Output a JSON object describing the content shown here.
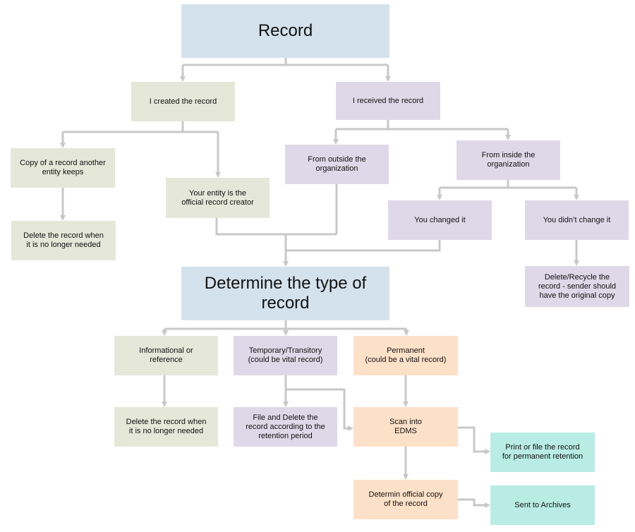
{
  "colors": {
    "blue": "#d4e2ed",
    "green": "#e5e7d9",
    "purple": "#dfd8e8",
    "orange": "#fde0c8",
    "teal": "#b9ece4",
    "connector": "#c8c8c8"
  },
  "nodes": {
    "record": "Record",
    "created": "I created the record",
    "received": "I received the record",
    "copy": "Copy of a record another\nentity keeps",
    "your_entity": "Your entity is the\nofficial record creator",
    "delete_copy": "Delete the record when\nit is no longer needed",
    "from_outside": "From outside the\norganization",
    "from_inside": "From inside the\norganization",
    "changed": "You changed it",
    "didnt_change": "You didn’t change it",
    "delete_recycle": "Delete/Recycle the\nrecord - sender should\nhave the original copy",
    "determine": "Determine the type of record",
    "informational": "Informational or\nreference",
    "temporary": "Temporary/Transitory\n(could be vital record)",
    "permanent": "Permanent\n(could be a vital record)",
    "delete_info": "Delete the record when\nit is no longer needed",
    "file_delete": "File and Delete the\nrecord according to the\nretention period",
    "scan": "Scan into\nEDMS",
    "print": "Print or file the record\nfor permanent retention",
    "determin_copy": "Determin official copy\nof the record",
    "archives": "Sent to Archives"
  }
}
